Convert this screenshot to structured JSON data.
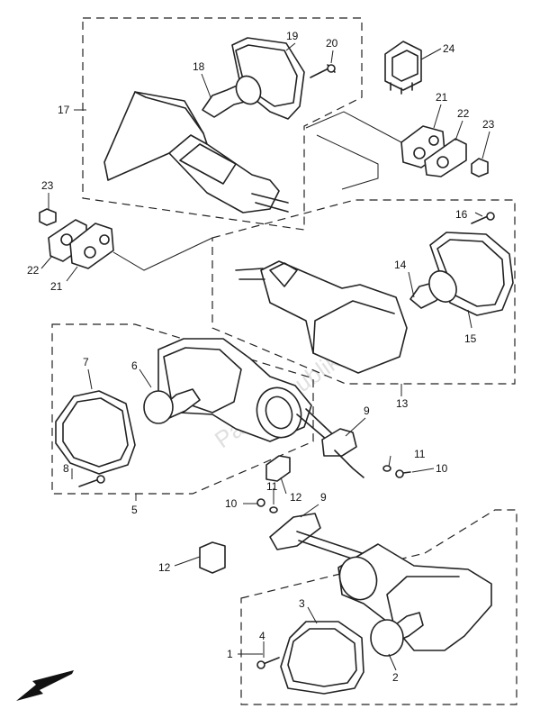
{
  "diagram": {
    "watermark": "PartsRepublik",
    "callouts": {
      "c1": "1",
      "c2": "2",
      "c3": "3",
      "c4": "4",
      "c5": "5",
      "c6": "6",
      "c7": "7",
      "c8": "8",
      "c9a": "9",
      "c9b": "9",
      "c10a": "10",
      "c10b": "10",
      "c11a": "11",
      "c11b": "11",
      "c12a": "12",
      "c12b": "12",
      "c13": "13",
      "c14": "14",
      "c15": "15",
      "c16": "16",
      "c17": "17",
      "c18": "18",
      "c19": "19",
      "c20": "20",
      "c21a": "21",
      "c21b": "21",
      "c22a": "22",
      "c22b": "22",
      "c23a": "23",
      "c23b": "23",
      "c24": "24"
    }
  }
}
